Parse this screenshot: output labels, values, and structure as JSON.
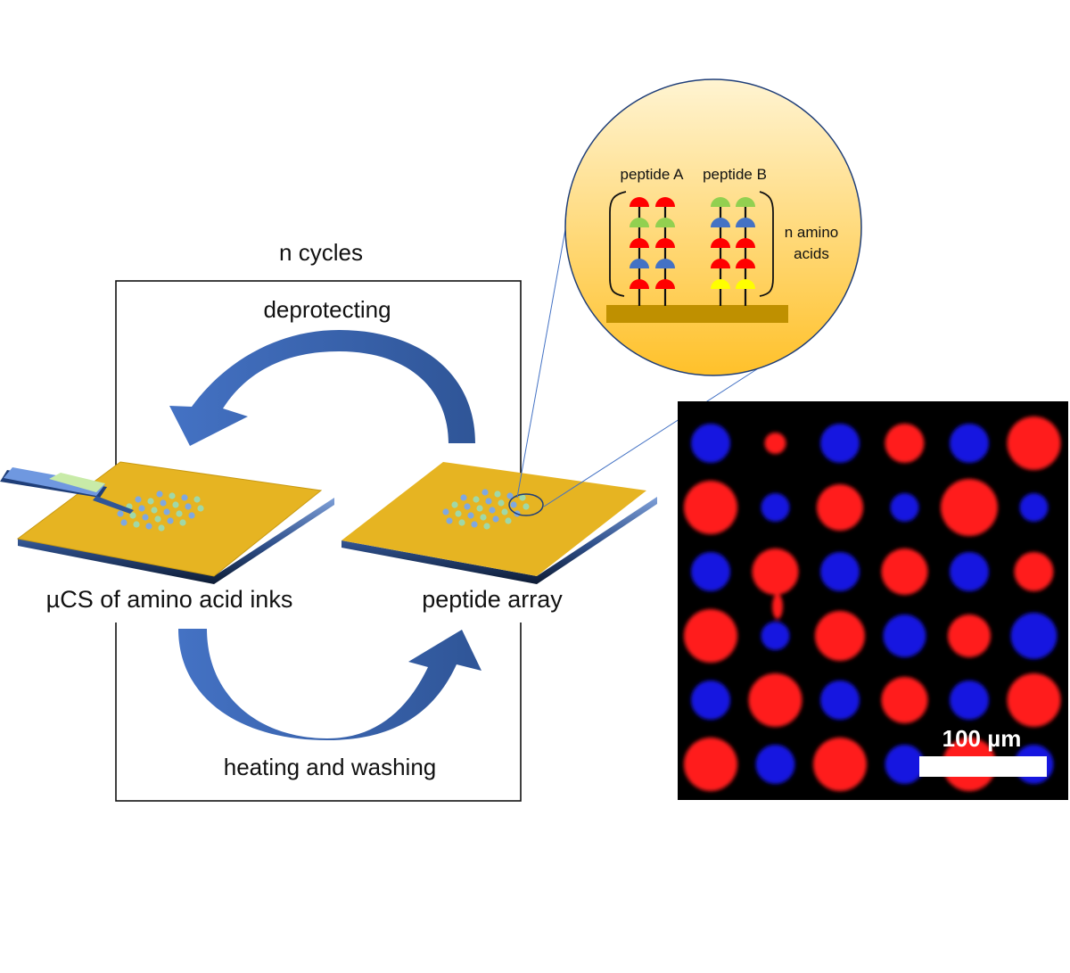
{
  "cycle": {
    "title": "n cycles",
    "top_step": "deprotecting",
    "bottom_step": "heating and washing",
    "left_label": "µCS of amino acid inks",
    "right_label": "peptide array"
  },
  "zoom": {
    "peptide_a": "peptide A",
    "peptide_b": "peptide B",
    "brace_label_line1": "n amino",
    "brace_label_line2": "acids",
    "peptide_a_residues": [
      "red",
      "blue",
      "red",
      "green",
      "red"
    ],
    "peptide_b_residues": [
      "yellow",
      "red",
      "red",
      "blue",
      "green"
    ]
  },
  "micrograph": {
    "scale_bar_label": "100 µm"
  },
  "colors": {
    "substrate": "#E6B422",
    "arrow": "#3F68B0",
    "red_residue": "#FF0000",
    "green_residue": "#92D050",
    "blue_residue": "#4472C4",
    "yellow_residue": "#FFFF00",
    "spot_red": "#FF1A1A",
    "spot_blue": "#1414E0"
  }
}
